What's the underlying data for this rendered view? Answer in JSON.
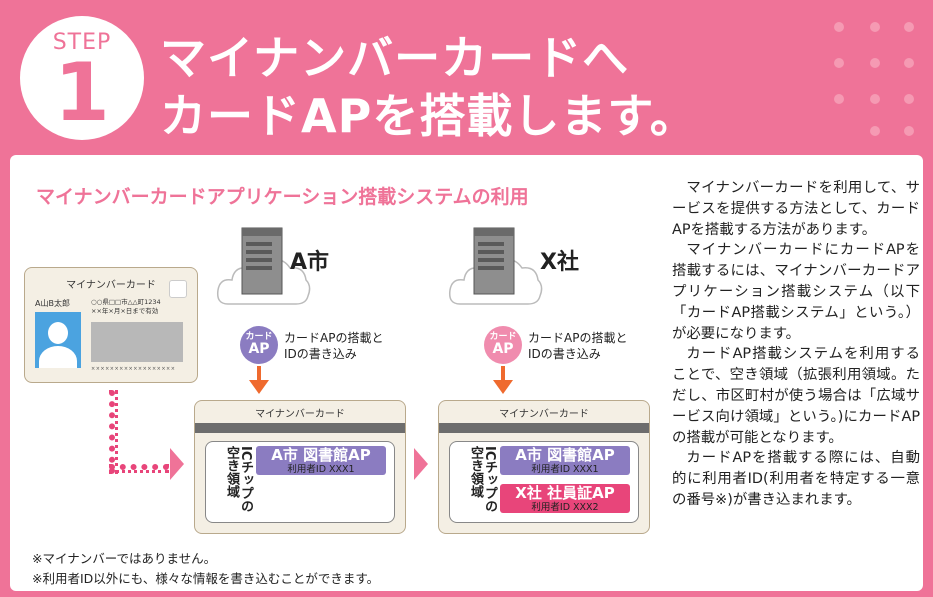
{
  "header": {
    "step_label": "STEP",
    "step_number": "1",
    "title_line1": "マイナンバーカードへ",
    "title_line2": "カードAPを搭載します。"
  },
  "diagram": {
    "subtitle": "マイナンバーカードアプリケーション搭載システムの利用",
    "id_card": {
      "title": "マイナンバーカード",
      "name": "A山B太郎",
      "address_line1": "○○県□□市△△町1234",
      "address_line2": "××年×月×日まで有効",
      "number_mask": "××××××××××××××××××"
    },
    "left": {
      "server_label": "A市",
      "badge_line1": "カード",
      "badge_line2": "AP",
      "write_line1": "カードAPの搭載と",
      "write_line2": "IDの書き込み",
      "card_title": "マイナンバーカード",
      "chip_label": "ICチップの空き領域",
      "apps": [
        {
          "name": "A市 図書館AP",
          "id": "利用者ID XXX1"
        }
      ]
    },
    "right": {
      "server_label": "X社",
      "badge_line1": "カード",
      "badge_line2": "AP",
      "write_line1": "カードAPの搭載と",
      "write_line2": "IDの書き込み",
      "card_title": "マイナンバーカード",
      "chip_label": "ICチップの空き領域",
      "apps": [
        {
          "name": "A市 図書館AP",
          "id": "利用者ID XXX1"
        },
        {
          "name": "X社 社員証AP",
          "id": "利用者ID XXX2"
        }
      ]
    },
    "notes": [
      "※マイナンバーではありません。",
      "※利用者ID以外にも、様々な情報を書き込むことができます。"
    ]
  },
  "description": {
    "paragraphs": [
      "マイナンバーカードを利用して、サービスを提供する方法として、カードAPを搭載する方法があります。",
      "マイナンバーカードにカードAPを搭載するには、マイナンバーカードアプリケーション搭載システム（以下「カードAP搭載システム」という。）が必要になります。",
      "カードAP搭載システムを利用することで、空き領域（拡張利用領域。ただし、市区町村が使う場合は「広域サービス向け領域」という。)にカードAPの搭載が可能となります。",
      "カードAPを搭載する際には、自動的に利用者ID(利用者を特定する一意の番号※)が書き込まれます。"
    ]
  },
  "colors": {
    "brand_pink": "#ef7398",
    "app_purple": "#8b7cc1",
    "app_pink": "#e8457a",
    "arrow_orange": "#ef6a2e"
  }
}
